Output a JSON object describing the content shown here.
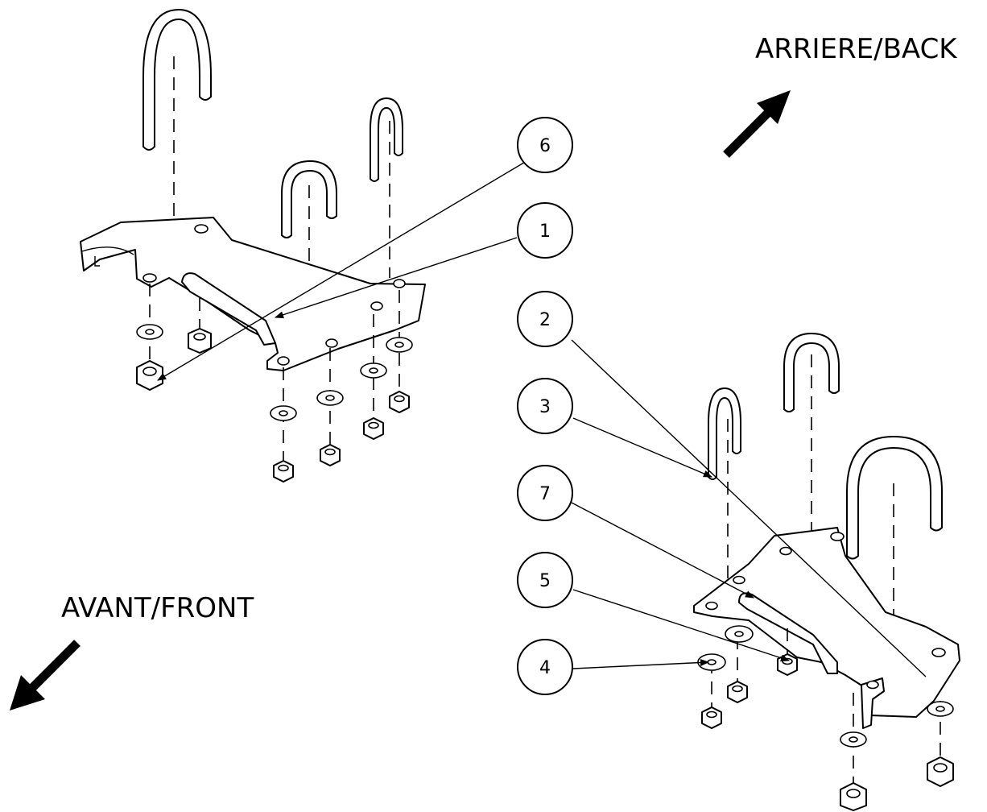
{
  "directions": {
    "back": "ARRIERE/BACK",
    "front": "AVANT/FRONT"
  },
  "callouts": {
    "c1": "1",
    "c2": "2",
    "c3": "3",
    "c4": "4",
    "c5": "5",
    "c6": "6",
    "c7": "7"
  }
}
